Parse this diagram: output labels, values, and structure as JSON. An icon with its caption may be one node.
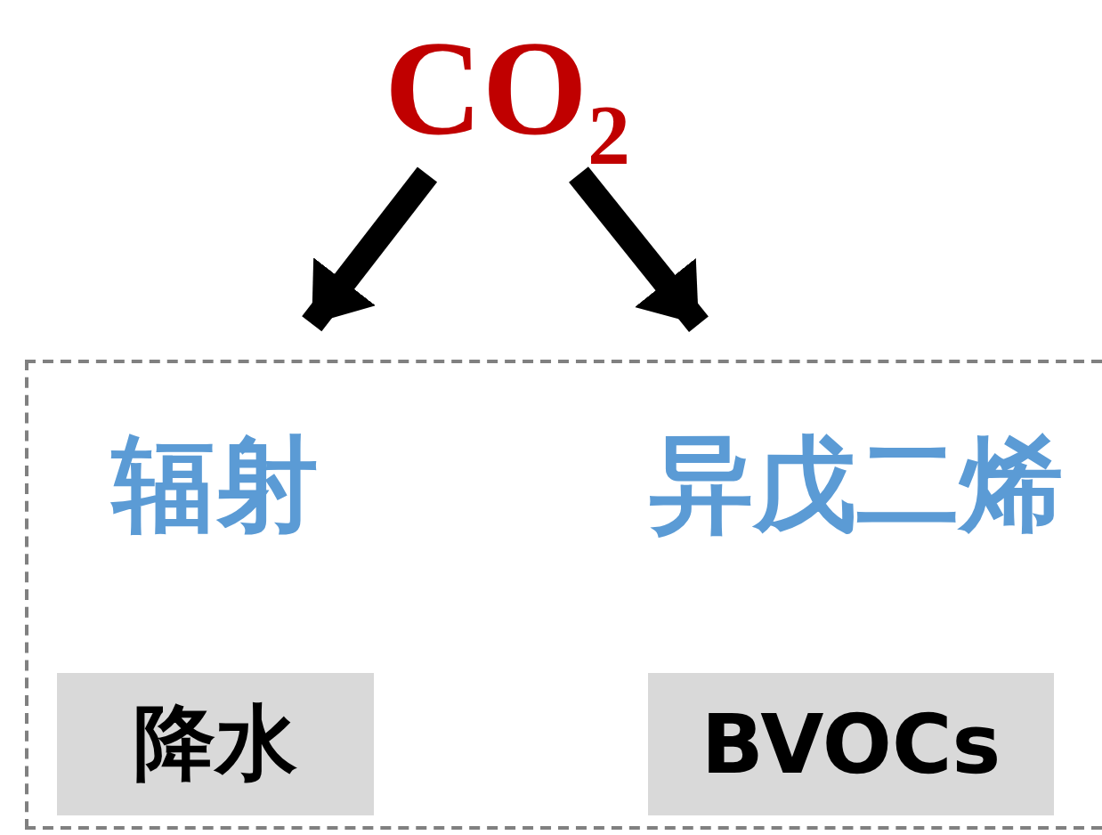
{
  "diagram": {
    "nodes": [
      {
        "text": [
          "CO$_{2}$"
        ]
      },
      {
        "text": [],
        "shape": "box"
      },
      {
        "text": [
          "辐射"
        ],
        "in": 1
      },
      {
        "text": [
          "异戊二烯"
        ],
        "in": 1
      },
      {
        "text": [
          "降水"
        ],
        "in": 1
      },
      {
        "text": [
          "BVOCs"
        ],
        "in": 1
      }
    ],
    "edges": [
      {
        "from": 0,
        "to": 2,
        "arrow": "to"
      },
      {
        "from": 0,
        "to": 3,
        "arrow": "to"
      }
    ]
  }
}
